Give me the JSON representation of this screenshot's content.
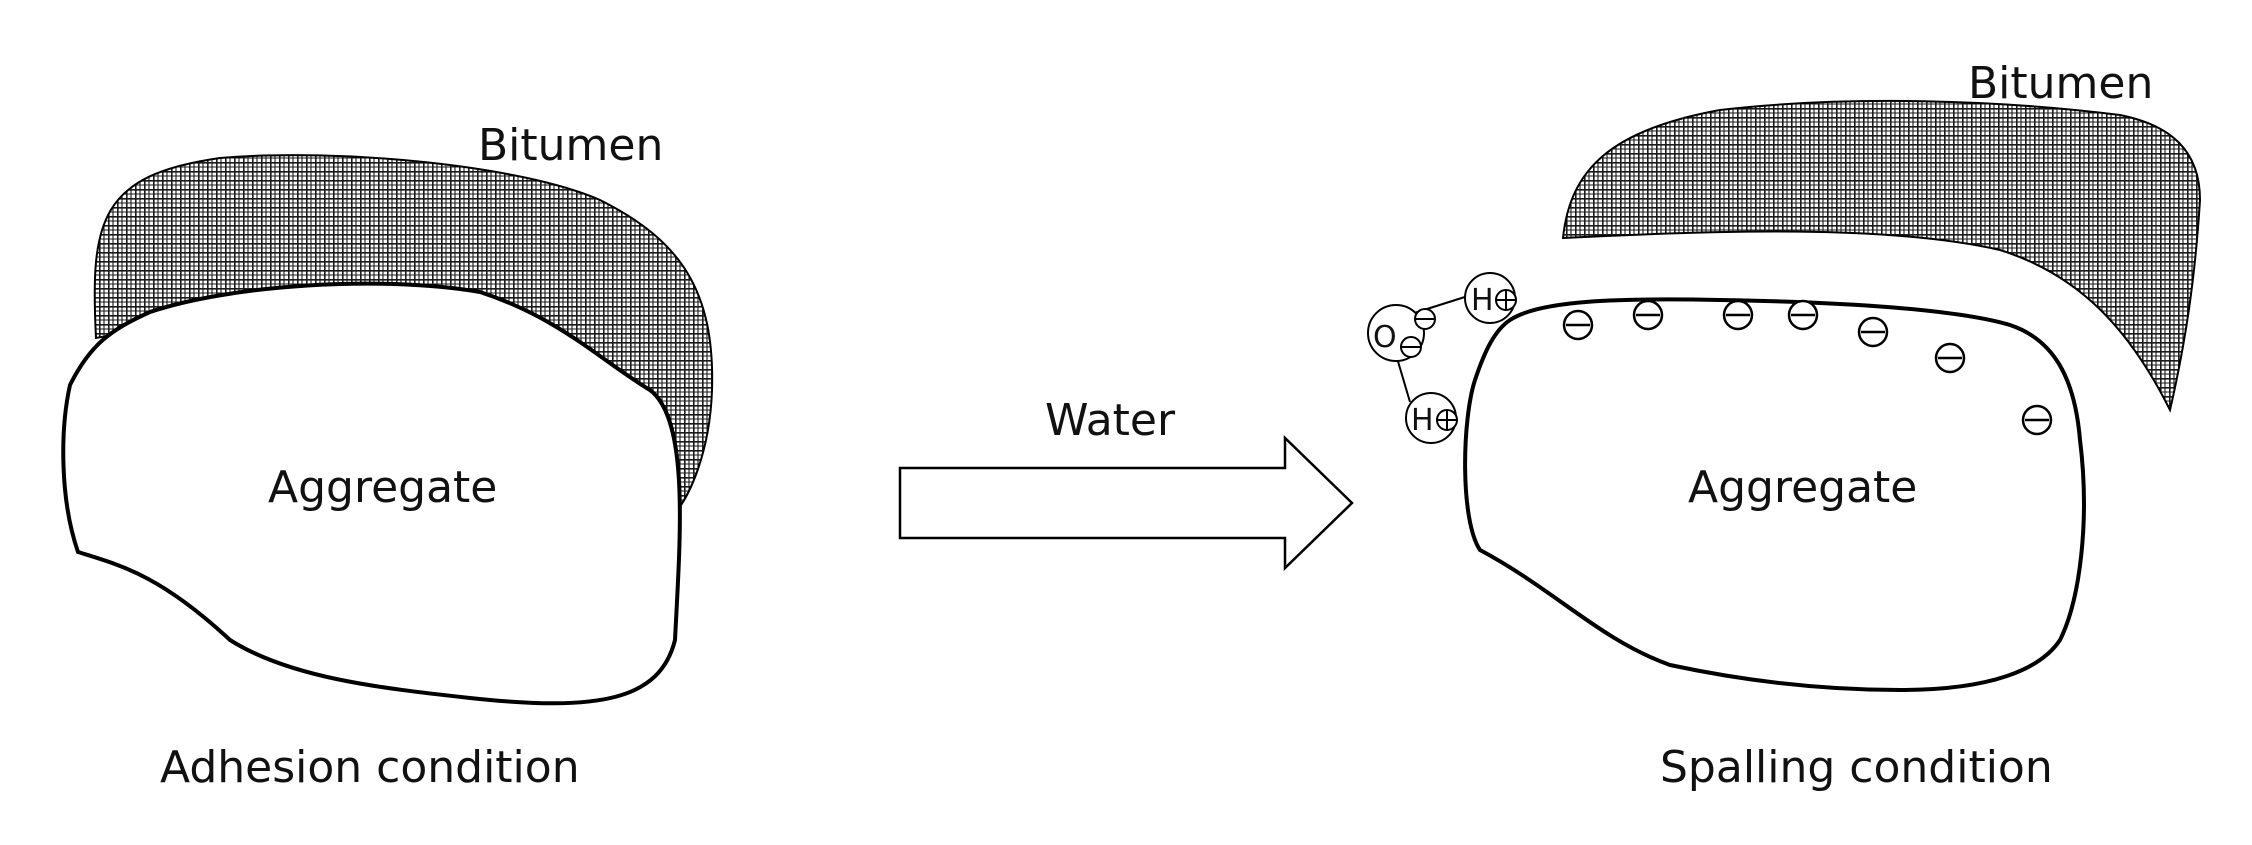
{
  "left_panel": {
    "bitumen_label": "Bitumen",
    "aggregate_label": "Aggregate",
    "caption": "Adhesion condition"
  },
  "arrow": {
    "label": "Water"
  },
  "right_panel": {
    "bitumen_label": "Bitumen",
    "aggregate_label": "Aggregate",
    "caption": "Spalling condition",
    "water_molecule": {
      "oxygen": "O",
      "hydrogen": "H"
    }
  },
  "colors": {
    "stroke": "#000000",
    "background": "#ffffff",
    "hatch": "#1a1a1a"
  }
}
